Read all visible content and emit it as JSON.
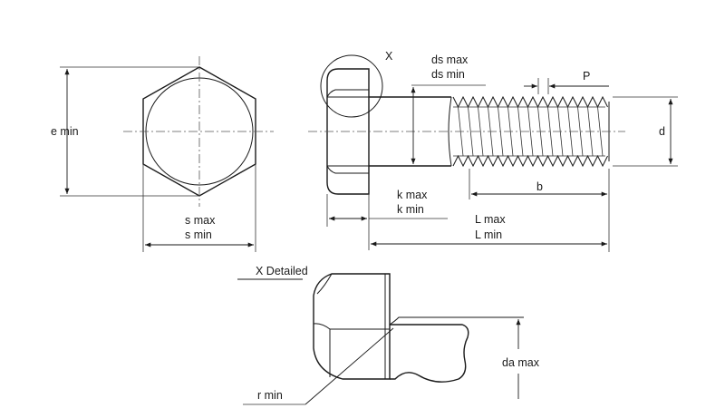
{
  "labels": {
    "e_min": "e min",
    "s_max": "s max",
    "s_min": "s min",
    "x_marker": "X",
    "ds_max": "ds max",
    "ds_min": "ds min",
    "p": "P",
    "d": "d",
    "k_max": "k max",
    "k_min": "k min",
    "b": "b",
    "l_max": "L max",
    "l_min": "L min",
    "x_detailed": "X Detailed",
    "da_max": "da max",
    "r_min": "r min"
  },
  "colors": {
    "line": "#1a1a1a",
    "centerline": "#555555",
    "background": "#ffffff"
  }
}
